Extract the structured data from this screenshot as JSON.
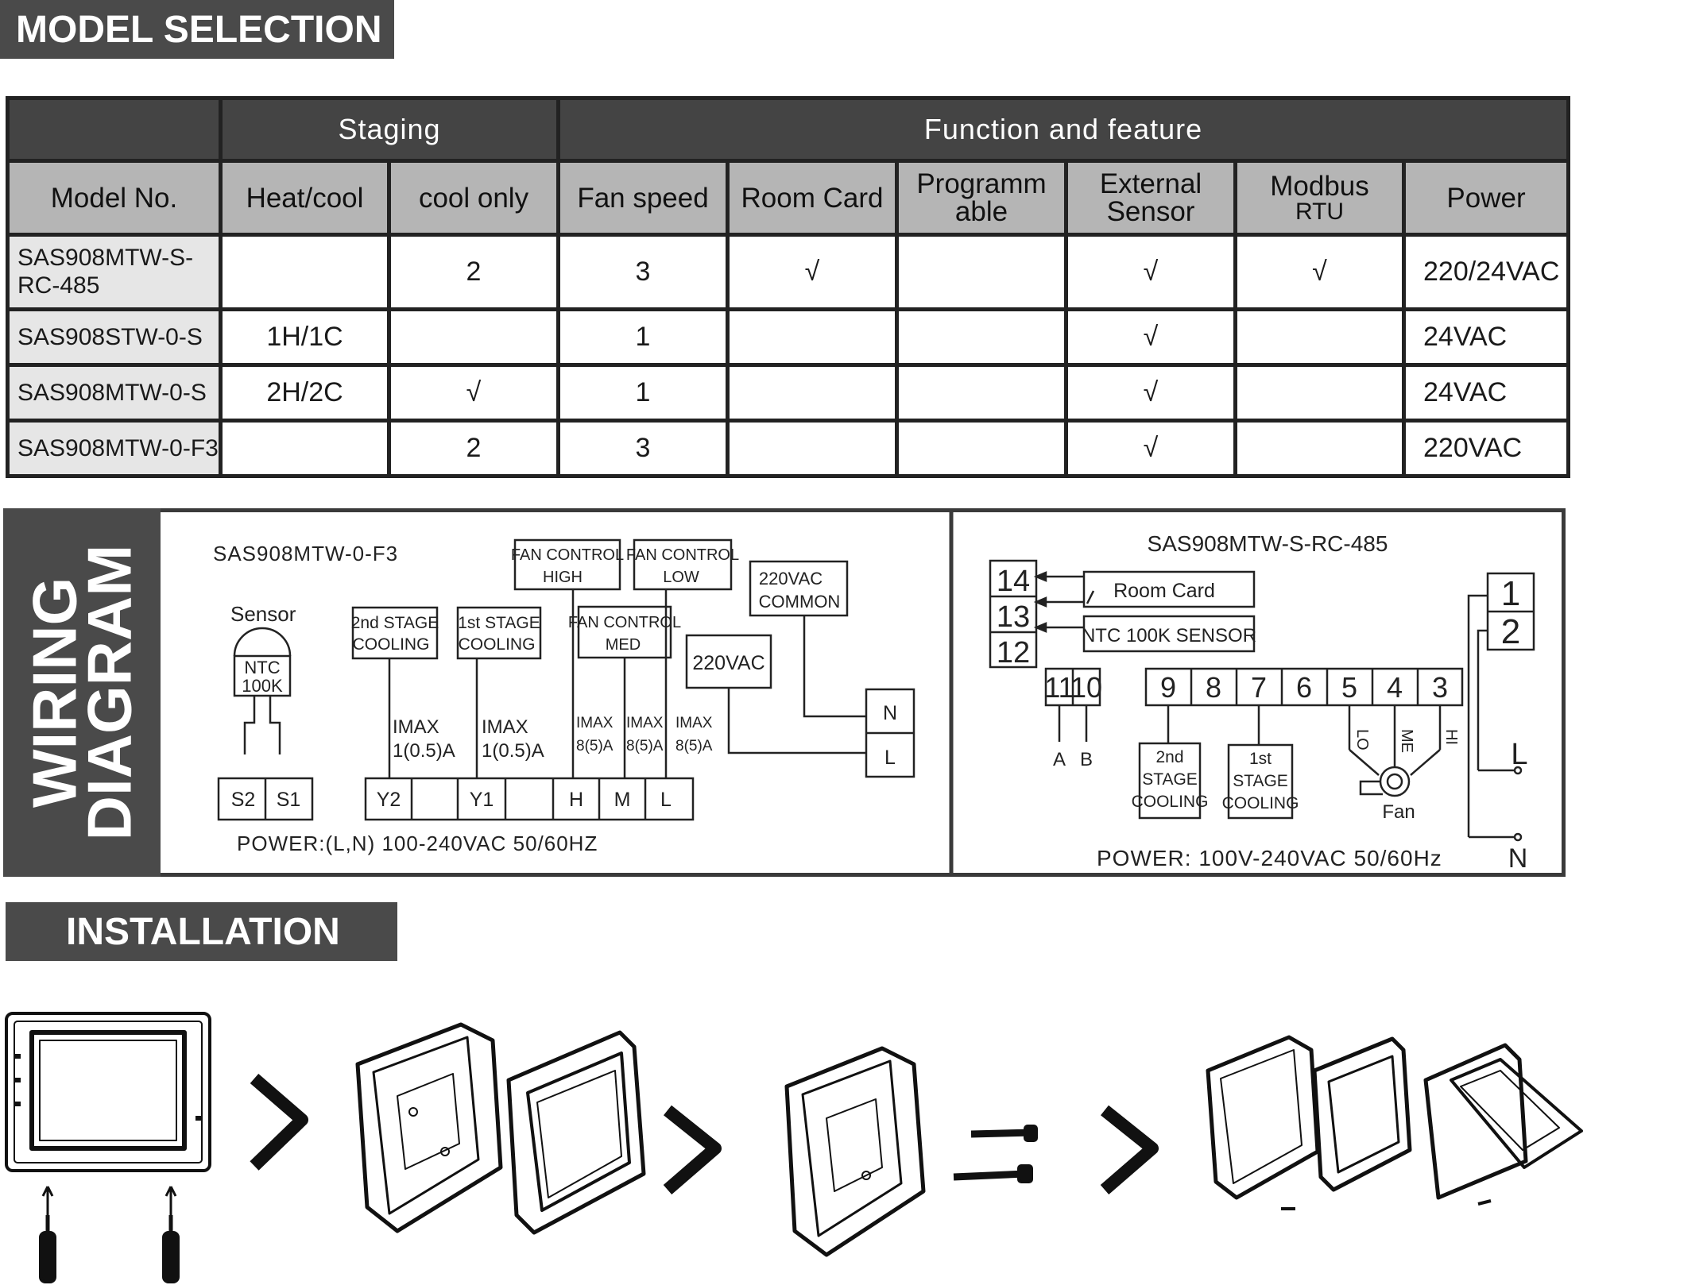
{
  "sections": {
    "model_selection": "MODEL SELECTION",
    "wiring_line1": "WIRING",
    "wiring_line2": "DIAGRAM",
    "installation": "INSTALLATION"
  },
  "table": {
    "group_headers": {
      "blank": "",
      "staging": "Staging",
      "function": "Function  and  feature"
    },
    "columns": {
      "model": "Model No.",
      "heatcool": "Heat/cool",
      "coolonly": "cool  only",
      "fanspeed": "Fan speed",
      "roomcard": "Room Card",
      "prog_1": "Programm",
      "prog_2": "able",
      "ext_1": "External",
      "ext_2": "Sensor",
      "modbus_1": "Modbus",
      "modbus_2": "RTU",
      "power": "Power"
    },
    "rows": [
      {
        "model": "SAS908MTW-S-RC-485",
        "heatcool": "",
        "coolonly": "2",
        "fanspeed": "3",
        "roomcard": "√",
        "programmable": "",
        "external": "√",
        "modbus": "√",
        "power": "220/24VAC"
      },
      {
        "model": "SAS908STW-0-S",
        "heatcool": "1H/1C",
        "coolonly": "",
        "fanspeed": "1",
        "roomcard": "",
        "programmable": "",
        "external": "√",
        "modbus": "",
        "power": "24VAC"
      },
      {
        "model": "SAS908MTW-0-S",
        "heatcool": "2H/2C",
        "coolonly": "√",
        "fanspeed": "1",
        "roomcard": "",
        "programmable": "",
        "external": "√",
        "modbus": "",
        "power": "24VAC"
      },
      {
        "model": "SAS908MTW-0-F3",
        "heatcool": "",
        "coolonly": "2",
        "fanspeed": "3",
        "roomcard": "",
        "programmable": "",
        "external": "√",
        "modbus": "",
        "power": "220VAC"
      }
    ]
  },
  "wiring_left": {
    "model": "SAS908MTW-0-F3",
    "sensor": "Sensor",
    "ntc_1": "NTC",
    "ntc_2": "100K",
    "stage2_1": "2nd STAGE",
    "stage2_2": "COOLING",
    "stage1_1": "1st STAGE",
    "stage1_2": "COOLING",
    "fan_high_1": "FAN CONTROL",
    "fan_high_2": "HIGH",
    "fan_med_1": "FAN CONTROL",
    "fan_med_2": "MED",
    "fan_low_1": "FAN CONTROL",
    "fan_low_2": "LOW",
    "vac220": "220VAC",
    "common_1": "220VAC",
    "common_2": "COMMON",
    "imax_a_1": "IMAX",
    "imax_a_2": "1(0.5)A",
    "imax_b_1": "IMAX",
    "imax_b_2": "1(0.5)A",
    "imax_h_1": "IMAX",
    "imax_h_2": "8(5)A",
    "imax_m_1": "IMAX",
    "imax_m_2": "8(5)A",
    "imax_l_1": "IMAX",
    "imax_l_2": "8(5)A",
    "t_s2": "S2",
    "t_s1": "S1",
    "t_y2": "Y2",
    "t_y1": "Y1",
    "t_h": "H",
    "t_m": "M",
    "t_l": "L",
    "t_n": "N",
    "t_l2": "L",
    "power": "POWER:(L,N) 100-240VAC  50/60HZ"
  },
  "wiring_right": {
    "model": "SAS908MTW-S-RC-485",
    "t14": "14",
    "t13": "13",
    "t12": "12",
    "room_card": "Room Card",
    "ntc_sensor": "NTC 100K  SENSOR",
    "t1": "1",
    "t2": "2",
    "t11": "11",
    "t10": "10",
    "t9": "9",
    "t8": "8",
    "t7": "7",
    "t6": "6",
    "t5": "5",
    "t4": "4",
    "t3": "3",
    "a": "A",
    "b": "B",
    "lo": "LO",
    "me": "ME",
    "hi": "HI",
    "stage2_1": "2nd",
    "stage2_2": "STAGE",
    "stage2_3": "COOLING",
    "stage1_1": "1st",
    "stage1_2": "STAGE",
    "stage1_3": "COOLING",
    "fan": "Fan",
    "L": "L",
    "N": "N",
    "power": "POWER: 100V-240VAC  50/60Hz"
  }
}
